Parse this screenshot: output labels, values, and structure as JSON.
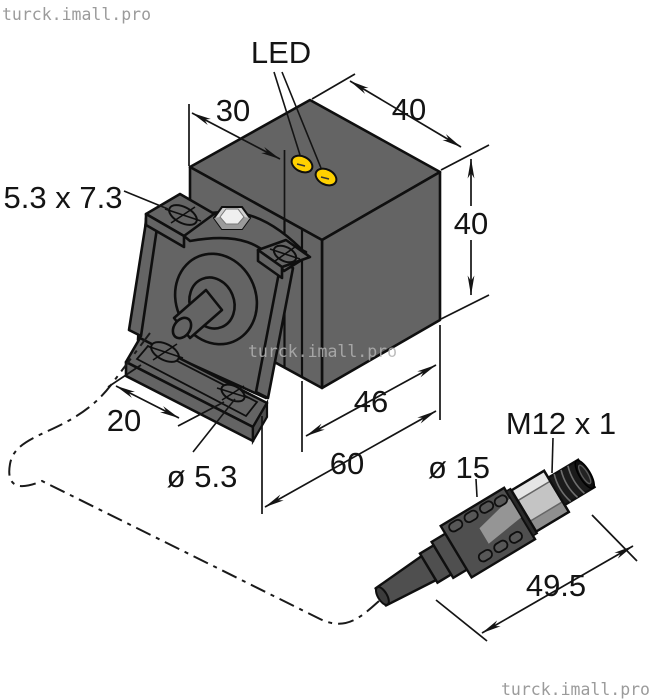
{
  "watermarks": {
    "top_left": "turck.imall.pro",
    "center": "turck.imall.pro",
    "bottom_right": "turck.imall.pro"
  },
  "labels": {
    "led": "LED",
    "dim_30": "30",
    "dim_40_top": "40",
    "dim_40_right": "40",
    "slot_size": "5.3 x 7.3",
    "dim_20": "20",
    "hole_dia": "ø 5.3",
    "dim_46": "46",
    "dim_60": "60",
    "conn_dia": "ø 15",
    "conn_thread": "M12 x 1",
    "conn_len": "49.5"
  },
  "colors": {
    "housing_gray": "#646464",
    "led_yellow": "#ffd100",
    "nut_silver": "#cfcfcf",
    "connector_body": "#4f4f4f",
    "connector_hex": "#c4c4c4",
    "connector_thread": "#1b1b1b",
    "outline_black": "#0f0f0f",
    "dimension_text": "#141414",
    "watermark_gray": "#9b9b9b"
  }
}
